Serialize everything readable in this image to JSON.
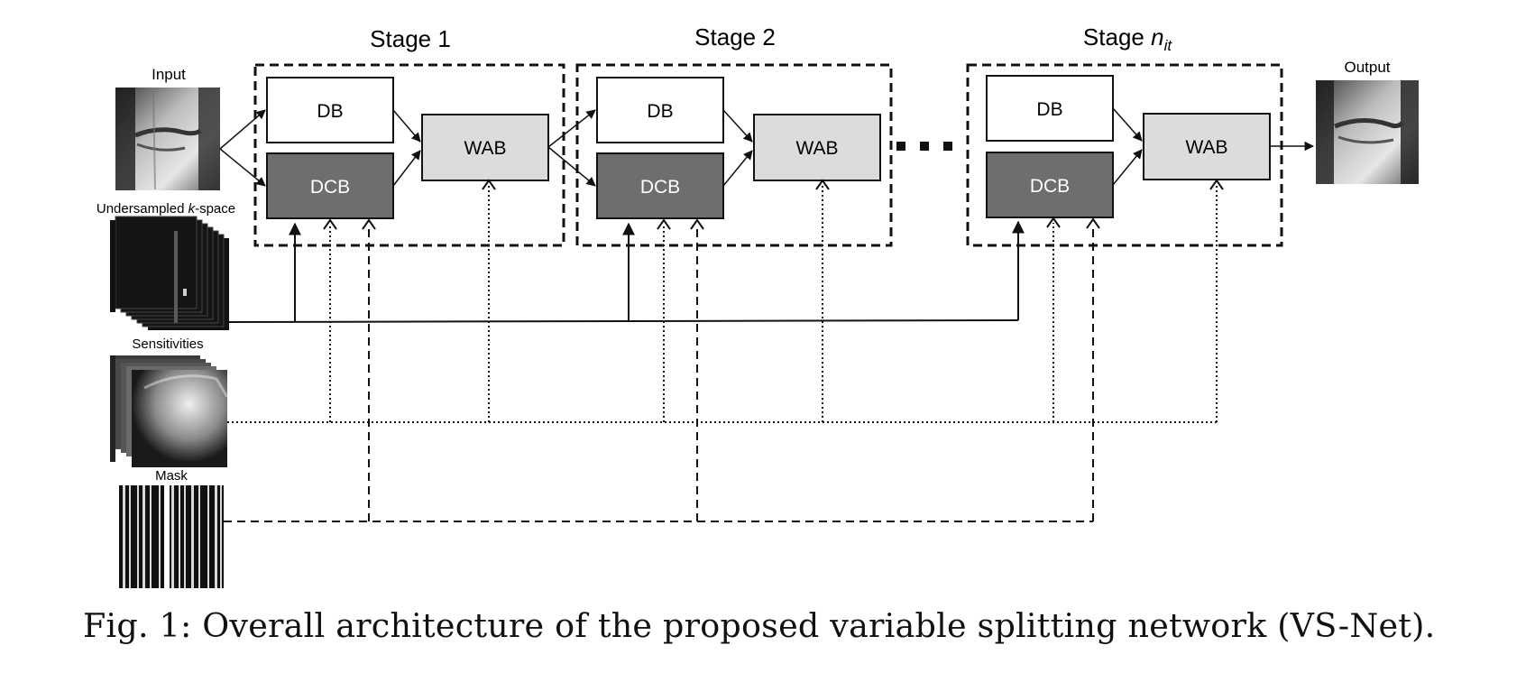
{
  "stages": [
    {
      "title": "Stage 1",
      "db": "DB",
      "dcb": "DCB",
      "wab": "WAB"
    },
    {
      "title": "Stage 2",
      "db": "DB",
      "dcb": "DCB",
      "wab": "WAB"
    },
    {
      "title_prefix": "Stage ",
      "title_var": "n",
      "title_sub": "it",
      "db": "DB",
      "dcb": "DCB",
      "wab": "WAB"
    }
  ],
  "inputs": {
    "input_label": "Input",
    "kspace_label_pre": "Undersampled ",
    "kspace_label_var": "k",
    "kspace_label_post": "-space",
    "sensitivities_label": "Sensitivities",
    "mask_label": "Mask"
  },
  "output_label": "Output",
  "caption": "Fig. 1: Overall architecture of the proposed variable splitting network (VS-Net).",
  "colors": {
    "db_fill": "#ffffff",
    "dcb_fill": "#6e6e6e",
    "wab_fill": "#dcdcdc",
    "line": "#111111"
  }
}
